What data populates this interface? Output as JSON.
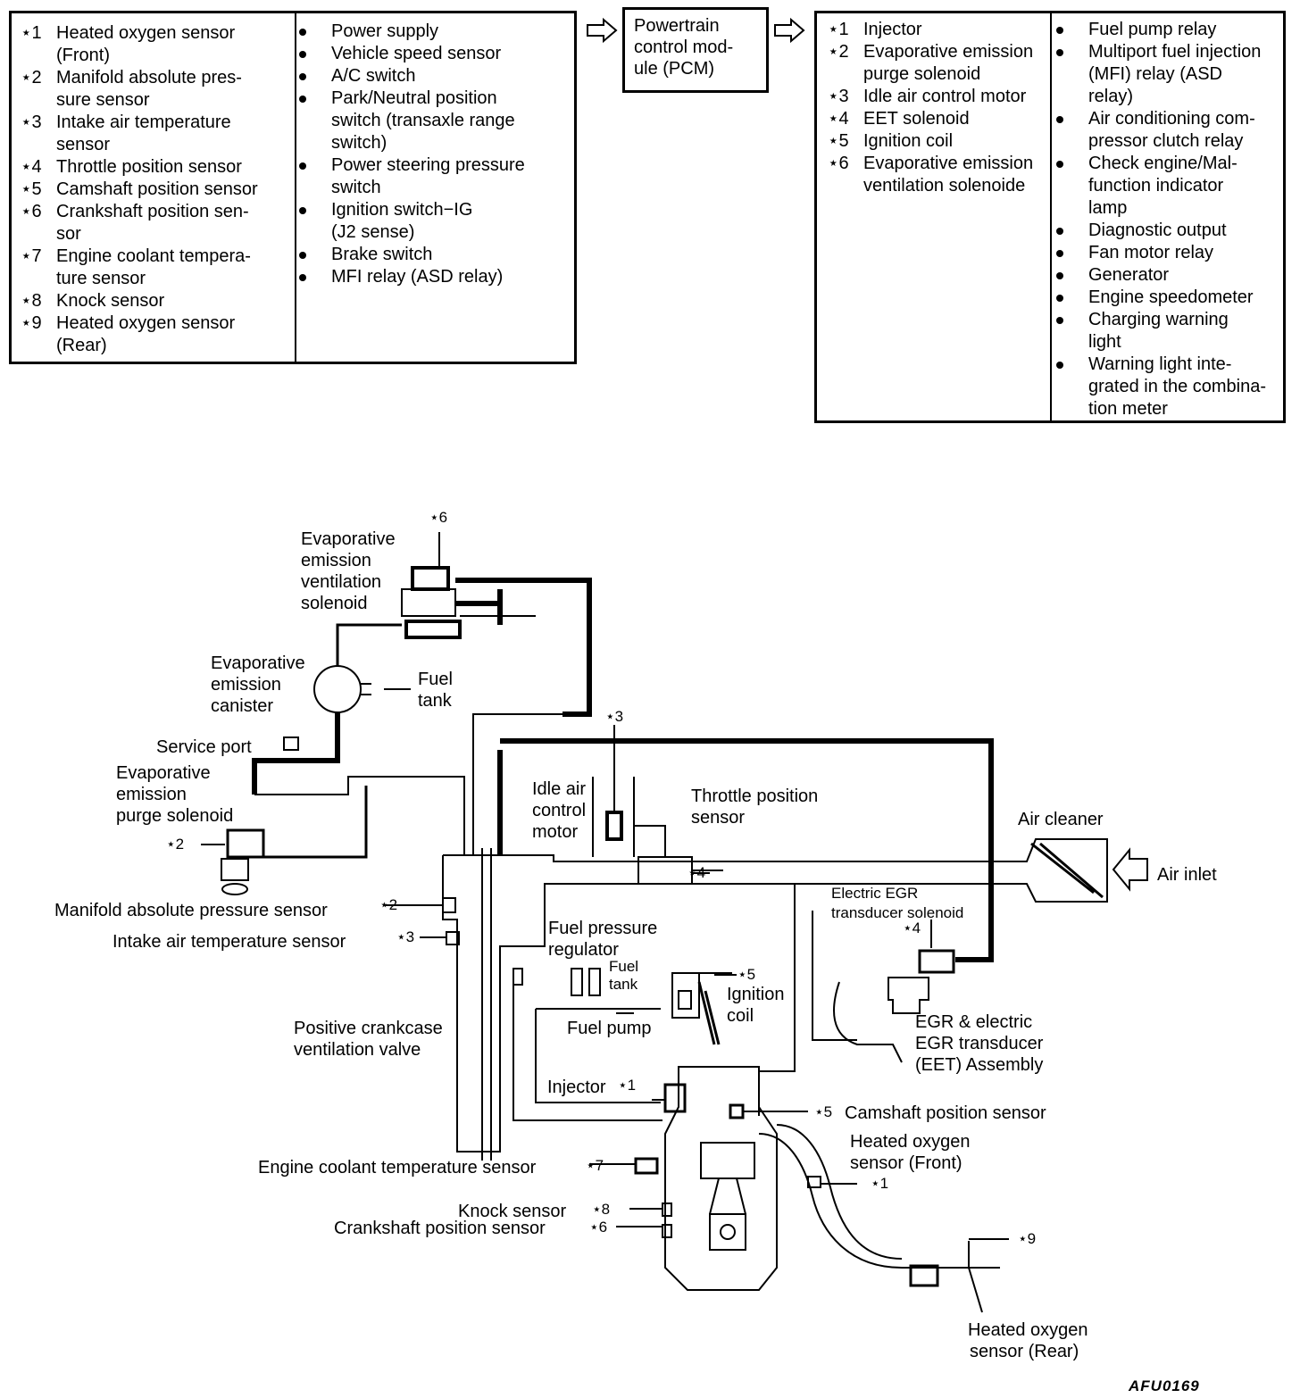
{
  "inputs": {
    "sensors": [
      {
        "mark": "⋆1",
        "lines": [
          "Heated oxygen sensor",
          "(Front)"
        ]
      },
      {
        "mark": "⋆2",
        "lines": [
          "Manifold absolute pres-",
          "sure sensor"
        ]
      },
      {
        "mark": "⋆3",
        "lines": [
          "Intake air temperature",
          "sensor"
        ]
      },
      {
        "mark": "⋆4",
        "lines": [
          "Throttle position sensor"
        ]
      },
      {
        "mark": "⋆5",
        "lines": [
          "Camshaft position sensor"
        ]
      },
      {
        "mark": "⋆6",
        "lines": [
          "Crankshaft position sen-",
          "sor"
        ]
      },
      {
        "mark": "⋆7",
        "lines": [
          "Engine coolant tempera-",
          "ture sensor"
        ]
      },
      {
        "mark": "⋆8",
        "lines": [
          "Knock sensor"
        ]
      },
      {
        "mark": "⋆9",
        "lines": [
          "Heated oxygen sensor",
          "(Rear)"
        ]
      }
    ],
    "signals": [
      {
        "lines": [
          "Power supply"
        ]
      },
      {
        "lines": [
          "Vehicle speed sensor"
        ]
      },
      {
        "lines": [
          "A/C switch"
        ]
      },
      {
        "lines": [
          "Park/Neutral position",
          "switch (transaxle range",
          "switch)"
        ]
      },
      {
        "lines": [
          "Power steering pressure",
          "switch"
        ]
      },
      {
        "lines": [
          "Ignition switch−IG",
          "(J2 sense)"
        ]
      },
      {
        "lines": [
          "Brake switch"
        ]
      },
      {
        "lines": [
          "MFI relay (ASD relay)"
        ]
      }
    ]
  },
  "pcm": {
    "lines": [
      "Powertrain",
      "control mod-",
      "ule (PCM)"
    ]
  },
  "outputs": {
    "actuators": [
      {
        "mark": "⋆1",
        "lines": [
          "Injector"
        ]
      },
      {
        "mark": "⋆2",
        "lines": [
          "Evaporative emission",
          "purge solenoid"
        ]
      },
      {
        "mark": "⋆3",
        "lines": [
          "Idle air control motor"
        ]
      },
      {
        "mark": "⋆4",
        "lines": [
          "EET solenoid"
        ]
      },
      {
        "mark": "⋆5",
        "lines": [
          "Ignition coil"
        ]
      },
      {
        "mark": "⋆6",
        "lines": [
          "Evaporative emission",
          "ventilation solenoide"
        ]
      }
    ],
    "signals": [
      {
        "lines": [
          "Fuel pump relay"
        ]
      },
      {
        "lines": [
          "Multiport fuel injection",
          "(MFI) relay (ASD",
          "relay)"
        ]
      },
      {
        "lines": [
          "Air conditioning com-",
          "pressor clutch relay"
        ]
      },
      {
        "lines": [
          "Check engine/Mal-",
          "function indicator",
          "lamp"
        ]
      },
      {
        "lines": [
          "Diagnostic output"
        ]
      },
      {
        "lines": [
          "Fan motor relay"
        ]
      },
      {
        "lines": [
          "Generator"
        ]
      },
      {
        "lines": [
          "Engine speedometer"
        ]
      },
      {
        "lines": [
          "Charging warning",
          "light"
        ]
      },
      {
        "lines": [
          "Warning light inte-",
          "grated in the combina-",
          "tion meter"
        ]
      }
    ]
  },
  "diagram": {
    "evap_vent_solenoid": [
      "Evaporative",
      "emission",
      "ventilation",
      "solenoid"
    ],
    "evap_canister": [
      "Evaporative",
      "emission",
      "canister"
    ],
    "fuel_tank_top": [
      "Fuel",
      "tank"
    ],
    "service_port": "Service port",
    "evap_purge_solenoid": [
      "Evaporative",
      "emission",
      "purge solenoid"
    ],
    "idle_air_control_motor": [
      "Idle air",
      "control",
      "motor"
    ],
    "throttle_position_sensor": [
      "Throttle position",
      "sensor"
    ],
    "air_cleaner": "Air cleaner",
    "air_inlet": "Air inlet",
    "map_sensor": "Manifold absolute pressure sensor",
    "iat_sensor": "Intake air temperature sensor",
    "fuel_pressure_regulator": [
      "Fuel pressure",
      "regulator"
    ],
    "fuel_tank_mid": [
      "Fuel",
      "tank"
    ],
    "fuel_pump": "Fuel pump",
    "ignition_coil": [
      "Ignition",
      "coil"
    ],
    "eet_solenoid": [
      "Electric EGR",
      "transducer solenoid"
    ],
    "egr_assembly": [
      "EGR & electric",
      "EGR transducer",
      "(EET) Assembly"
    ],
    "pcv_valve": [
      "Positive crankcase",
      "ventilation valve"
    ],
    "injector": "Injector",
    "camshaft_sensor": "Camshaft position sensor",
    "ho2s_front": [
      "Heated oxygen",
      "sensor (Front)"
    ],
    "ect_sensor": "Engine coolant temperature sensor",
    "knock_sensor": "Knock sensor",
    "ckp_sensor": "Crankshaft position sensor",
    "ho2s_rear": [
      "Heated oxygen",
      "sensor (Rear)"
    ],
    "refs": {
      "r6": "⋆6",
      "r3": "⋆3",
      "r2a": "⋆2",
      "r4a": "⋆4",
      "r2b": "⋆2",
      "r3b": "⋆3",
      "r4b": "⋆4",
      "r5a": "⋆5",
      "r1a": "⋆1",
      "r5b": "⋆5",
      "r1b": "⋆1",
      "r7": "⋆7",
      "r8": "⋆8",
      "r6b": "⋆6",
      "r9": "⋆9"
    }
  },
  "figure_code": "AFU0169"
}
